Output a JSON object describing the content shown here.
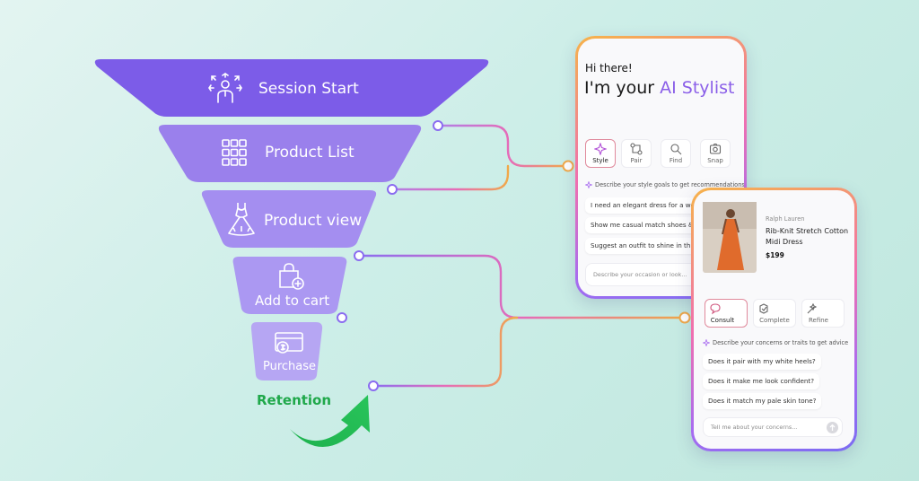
{
  "funnel": {
    "stages": [
      {
        "label": "Session Start",
        "icon": "people-network-icon"
      },
      {
        "label": "Product List",
        "icon": "grid-icon"
      },
      {
        "label": "Product view",
        "icon": "dress-icon"
      },
      {
        "label": "Add to cart",
        "icon": "shopping-bag-add-icon"
      },
      {
        "label": "Purchase",
        "icon": "credit-card-icon"
      }
    ],
    "retention_label": "Retention",
    "colors": {
      "stage1": "#7c5ce8",
      "stage2": "#9a80ec",
      "stage3": "#a48ef0",
      "stage4": "#ab98f2",
      "stage5": "#b6a6f3",
      "retention_text": "#1fa84a",
      "arrow": "#19b54c"
    }
  },
  "stylist_card": {
    "greeting": "Hi there!",
    "headline_prefix": "I'm your",
    "headline_highlight": "AI Stylist",
    "tabs": [
      {
        "label": "Style",
        "icon": "sparkle-icon"
      },
      {
        "label": "Pair",
        "icon": "pair-icon"
      },
      {
        "label": "Find",
        "icon": "find-icon"
      },
      {
        "label": "Snap",
        "icon": "snap-icon"
      }
    ],
    "hint": "Describe your style goals to get recommendations",
    "suggestions": [
      "I need an elegant dress for a wedding",
      "Show me casual match shoes & bag",
      "Suggest an outfit to shine in this season"
    ],
    "input_placeholder": "Describe your occasion or look..."
  },
  "product_card": {
    "brand": "Ralph Lauren",
    "product_name_line1": "Rib-Knit Stretch Cotton",
    "product_name_line2": "Midi Dress",
    "price": "$199",
    "tabs": [
      {
        "label": "Consult",
        "icon": "consult-icon"
      },
      {
        "label": "Complete",
        "icon": "complete-icon"
      },
      {
        "label": "Refine",
        "icon": "refine-icon"
      }
    ],
    "hint": "Describe your concerns or traits to get advice",
    "suggestions": [
      "Does it pair with my white heels?",
      "Does it make me look confident?",
      "Does it match my pale skin tone?"
    ],
    "input_placeholder": "Tell me about your concerns..."
  }
}
